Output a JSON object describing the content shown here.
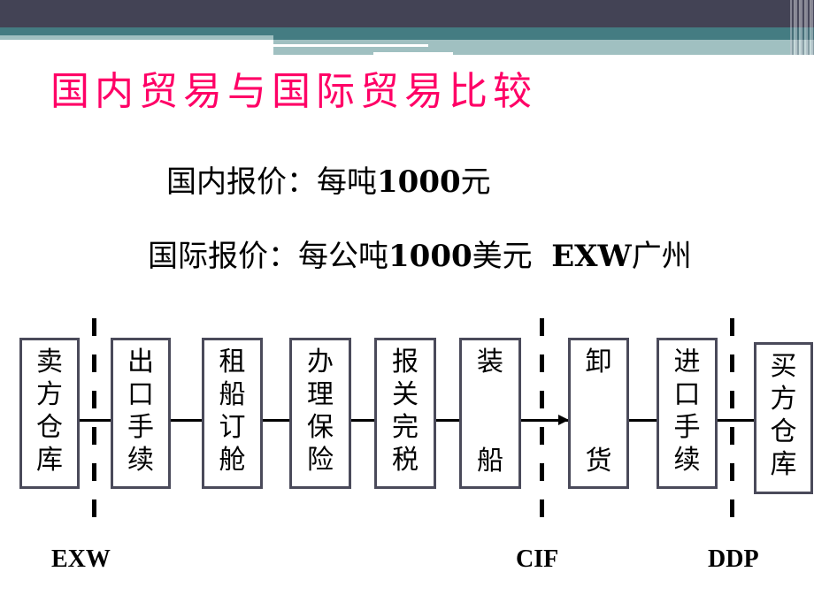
{
  "title": "国内贸易与国际贸易比较",
  "quotes": {
    "domestic": "国内报价：每吨1000元",
    "domestic_parts": {
      "label": "国内报价：每吨",
      "amount": "1000",
      "unit": "元"
    },
    "international_parts": {
      "label": "国际报价：每公吨",
      "amount": "1000",
      "unit": "美元",
      "term": "EXW",
      "place": "广州"
    }
  },
  "flow": {
    "steps": [
      {
        "chars": [
          "卖",
          "方",
          "仓",
          "库"
        ]
      },
      {
        "chars": [
          "出",
          "口",
          "手",
          "续"
        ]
      },
      {
        "chars": [
          "租",
          "船",
          "订",
          "舱"
        ]
      },
      {
        "chars": [
          "办",
          "理",
          "保",
          "险"
        ]
      },
      {
        "chars": [
          "报",
          "关",
          "完",
          "税"
        ]
      },
      {
        "chars": [
          "装",
          "船"
        ]
      },
      {
        "chars": [
          "卸",
          "货"
        ]
      },
      {
        "chars": [
          "进",
          "口",
          "手",
          "续"
        ]
      },
      {
        "chars": [
          "买",
          "方",
          "仓",
          "库"
        ]
      }
    ],
    "terms": [
      "EXW",
      "CIF",
      "DDP"
    ]
  },
  "colors": {
    "title": "#ff0066",
    "header_dark": "#434355",
    "header_teal": "#447c82",
    "header_light": "#a0c0c1",
    "box_border": "#4a4a5a"
  }
}
